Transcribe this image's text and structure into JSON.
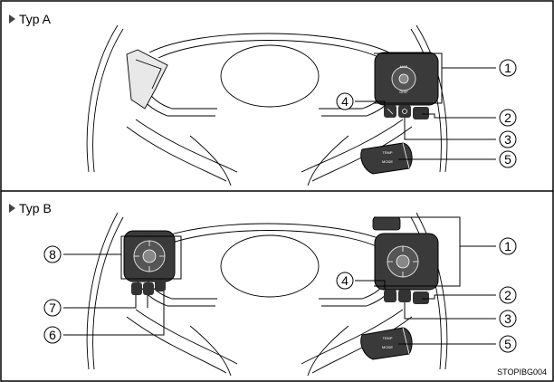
{
  "panels": {
    "a": {
      "title": "Typ A"
    },
    "b": {
      "title": "Typ B"
    }
  },
  "callouts": {
    "n1": "1",
    "n2": "2",
    "n3": "3",
    "n4": "4",
    "n5": "5",
    "n6": "6",
    "n7": "7",
    "n8": "8"
  },
  "image_code": "STOPIBG004"
}
